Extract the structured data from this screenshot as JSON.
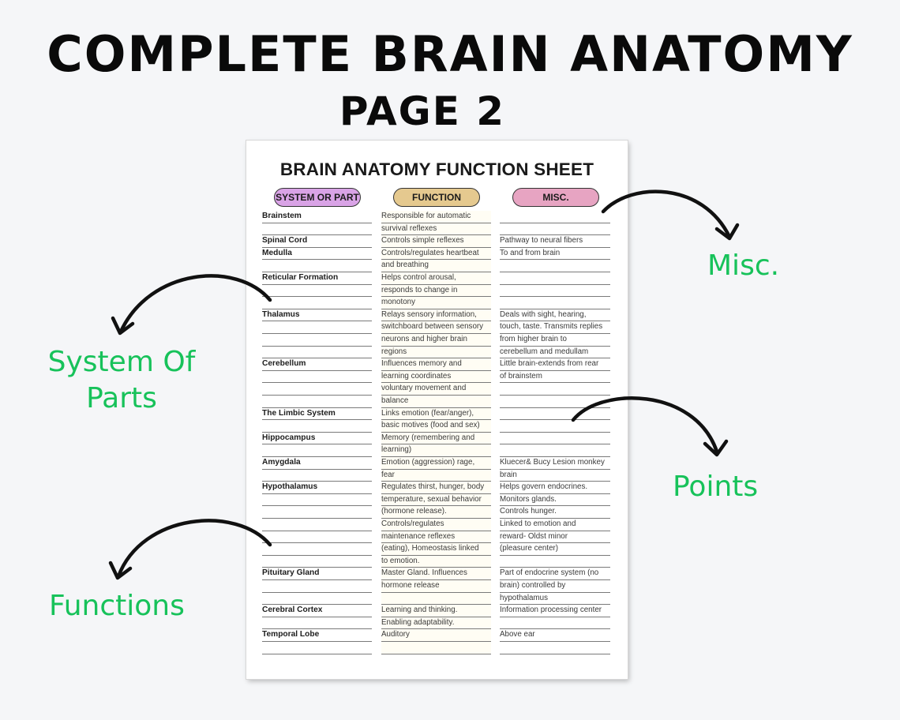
{
  "header": {
    "title": "COMPLETE BRAIN ANATOMY",
    "subtitle": "PAGE 2"
  },
  "sheet": {
    "title": "BRAIN ANATOMY FUNCTION SHEET",
    "columns": {
      "system": "SYSTEM OR PART",
      "function": "FUNCTION",
      "misc": "MISC."
    },
    "colors": {
      "system_pill": "#d9a3e6",
      "function_pill": "#e5c98f",
      "misc_pill": "#e7a4c2"
    },
    "rows": [
      {
        "system": "Brainstem",
        "function": "Responsible for automatic",
        "misc": ""
      },
      {
        "system": "",
        "function": "survival reflexes",
        "misc": ""
      },
      {
        "system": "Spinal Cord",
        "function": "Controls simple reflexes",
        "misc": "Pathway to neural fibers"
      },
      {
        "system": "Medulla",
        "function": "Controls/regulates  heartbeat",
        "misc": "To and from brain"
      },
      {
        "system": "",
        "function": "and breathing",
        "misc": ""
      },
      {
        "system": "Reticular Formation",
        "function": "Helps control arousal,",
        "misc": ""
      },
      {
        "system": "",
        "function": "responds to change in",
        "misc": ""
      },
      {
        "system": "",
        "function": "monotony",
        "misc": ""
      },
      {
        "system": "Thalamus",
        "function": "Relays sensory information,",
        "misc": "Deals with sight, hearing,"
      },
      {
        "system": "",
        "function": "switchboard between sensory",
        "misc": "touch, taste. Transmits replies"
      },
      {
        "system": "",
        "function": "neurons and higher brain",
        "misc": "from higher brain to"
      },
      {
        "system": "",
        "function": "regions",
        "misc": "cerebellum and medullam"
      },
      {
        "system": "Cerebellum",
        "function": "Influences memory and",
        "misc": "Little brain-extends from rear"
      },
      {
        "system": "",
        "function": "learning coordinates",
        "misc": "of brainstem"
      },
      {
        "system": "",
        "function": "voluntary movement and",
        "misc": ""
      },
      {
        "system": "",
        "function": "balance",
        "misc": ""
      },
      {
        "system": "The Limbic System",
        "function": "Links emotion (fear/anger),",
        "misc": ""
      },
      {
        "system": "",
        "function": "basic motives (food and sex)",
        "misc": ""
      },
      {
        "system": "Hippocampus",
        "function": "Memory (remembering and",
        "misc": ""
      },
      {
        "system": "",
        "function": "learning)",
        "misc": ""
      },
      {
        "system": "Amygdala",
        "function": "Emotion (aggression) rage,",
        "misc": "Kluecer& Bucy Lesion monkey"
      },
      {
        "system": "",
        "function": "fear",
        "misc": "brain"
      },
      {
        "system": "Hypothalamus",
        "function": "Regulates thirst, hunger, body",
        "misc": "Helps govern endocrines."
      },
      {
        "system": "",
        "function": "temperature, sexual behavior",
        "misc": "Monitors glands."
      },
      {
        "system": "",
        "function": "(hormone release).",
        "misc": "Controls hunger."
      },
      {
        "system": "",
        "function": "Controls/regulates",
        "misc": "Linked to emotion and"
      },
      {
        "system": "",
        "function": "maintenance reflexes",
        "misc": "reward- Oldst minor"
      },
      {
        "system": "",
        "function": "(eating), Homeostasis linked",
        "misc": "(pleasure center)"
      },
      {
        "system": "",
        "function": "to emotion.",
        "misc": ""
      },
      {
        "system": "Pituitary Gland",
        "function": "Master Gland. Influences",
        "misc": "Part of endocrine system (no"
      },
      {
        "system": "",
        "function": "hormone release",
        "misc": "brain) controlled by"
      },
      {
        "system": "",
        "function": "",
        "misc": "hypothalamus"
      },
      {
        "system": "Cerebral Cortex",
        "function": "Learning and thinking.",
        "misc": "Information processing center"
      },
      {
        "system": "",
        "function": "Enabling adaptability.",
        "misc": ""
      },
      {
        "system": "Temporal Lobe",
        "function": "Auditory",
        "misc": "Above ear"
      },
      {
        "system": "",
        "function": "",
        "misc": ""
      }
    ]
  },
  "callouts": {
    "misc": "Misc.",
    "system_line1": "System Of",
    "system_line2": "Parts",
    "points": "Points",
    "functions": "Functions",
    "color": "#17c25a"
  }
}
